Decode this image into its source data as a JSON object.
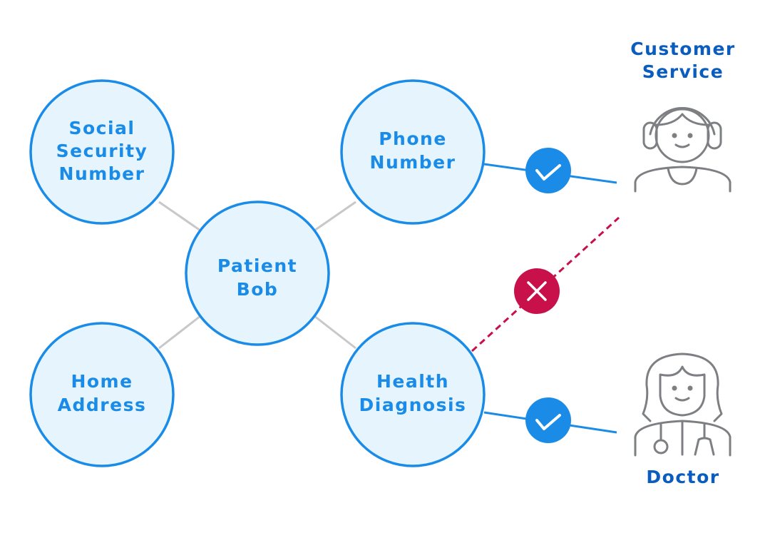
{
  "colors": {
    "node_fill": "#e6f5fd",
    "node_stroke": "#1a8ce8",
    "node_text": "#1a8ce8",
    "link_gray": "#c8c8c8",
    "allowed": "#1a8ce8",
    "denied": "#c8104a",
    "actor_label": "#0a5cbf",
    "icon_stroke": "#7d7f83"
  },
  "nodes": [
    {
      "id": "ssn",
      "lines": [
        "Social",
        "Security",
        "Number"
      ]
    },
    {
      "id": "phone",
      "lines": [
        "Phone",
        "Number"
      ]
    },
    {
      "id": "patient",
      "lines": [
        "Patient",
        "Bob"
      ]
    },
    {
      "id": "home",
      "lines": [
        "Home",
        "Address"
      ]
    },
    {
      "id": "health",
      "lines": [
        "Health",
        "Diagnosis"
      ]
    }
  ],
  "actors": {
    "customer_service": {
      "lines": [
        "Customer",
        "Service"
      ],
      "icon": "headset-person-icon"
    },
    "doctor": {
      "lines": [
        "Doctor"
      ],
      "icon": "doctor-stethoscope-icon"
    }
  },
  "links": [
    {
      "from": "patient",
      "to": "ssn",
      "type": "relation"
    },
    {
      "from": "patient",
      "to": "phone",
      "type": "relation"
    },
    {
      "from": "patient",
      "to": "home",
      "type": "relation"
    },
    {
      "from": "patient",
      "to": "health",
      "type": "relation"
    },
    {
      "from": "phone",
      "to": "customer_service",
      "type": "allowed",
      "icon": "checkmark-icon"
    },
    {
      "from": "health",
      "to": "customer_service",
      "type": "denied",
      "icon": "x-mark-icon"
    },
    {
      "from": "health",
      "to": "doctor",
      "type": "allowed",
      "icon": "checkmark-icon"
    }
  ]
}
